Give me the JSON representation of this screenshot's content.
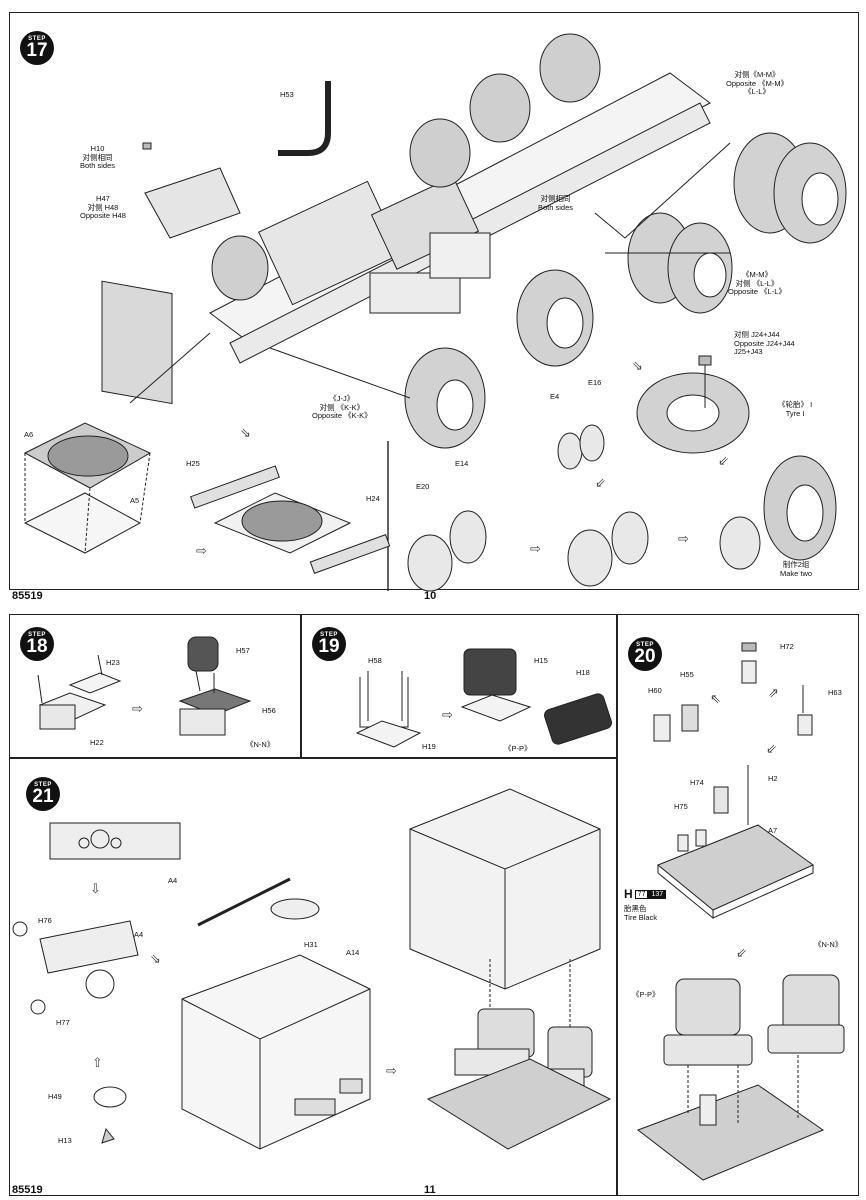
{
  "page_top": {
    "step": {
      "label": "STEP",
      "number": "17"
    },
    "labels": {
      "h53": "H53",
      "h10": "H10",
      "h10_cn": "对侧相同",
      "h10_en": "Both sides",
      "h47": "H47",
      "h48_cn": "对侧 H48",
      "h48_en": "Opposite H48",
      "mm1_cn": "对侧《M-M》",
      "mm1_en": "Opposite 《M-M》",
      "ll1": "《L-L》",
      "both2_cn": "对侧相同",
      "both2_en": "Both sides",
      "mm2": "《M-M》",
      "ll2_cn": "对侧 《L-L》",
      "ll2_en": "Opposite 《L-L》",
      "j24_cn": "对侧 J24+J44",
      "j24_en": "Opposite J24+J44",
      "j25": "J25+J43",
      "jj": "《J-J》",
      "kk_cn": "对侧 《K-K》",
      "kk_en": "Opposite 《K-K》",
      "tyre_cn": "《轮胎》 I",
      "tyre_en": "Tyre I",
      "e4": "E4",
      "e16": "E16",
      "e20": "E20",
      "e14": "E14",
      "a6": "A6",
      "a5": "A5",
      "h25": "H25",
      "h24": "H24",
      "make_cn": "制作2组",
      "make_en": "Make two"
    },
    "footer_left": "85519",
    "footer_page": "10"
  },
  "step18": {
    "step": {
      "label": "STEP",
      "number": "18"
    },
    "labels": {
      "h23": "H23",
      "h22": "H22",
      "h57": "H57",
      "h56": "H56",
      "nn": "《N-N》"
    }
  },
  "step19": {
    "step": {
      "label": "STEP",
      "number": "19"
    },
    "labels": {
      "h58": "H58",
      "h19": "H19",
      "h15": "H15",
      "h18": "H18",
      "pp": "《P-P》"
    }
  },
  "step20": {
    "step": {
      "label": "STEP",
      "number": "20"
    },
    "labels": {
      "h72": "H72",
      "h60": "H60",
      "h55": "H55",
      "h63": "H63",
      "h74": "H74",
      "h2": "H2",
      "h75": "H75",
      "a7": "A7",
      "nn": "《N-N》",
      "pp": "《P-P》"
    },
    "paint": {
      "letter": "H",
      "code1": "77",
      "code2": "137",
      "cn": "胎黑色",
      "en": "Tire Black"
    }
  },
  "step21": {
    "step": {
      "label": "STEP",
      "number": "21"
    },
    "labels": {
      "a4": "A4",
      "a4b": "A4",
      "h76": "H76",
      "h77": "H77",
      "h31": "H31",
      "a14": "A14",
      "h49": "H49",
      "h13": "H13"
    }
  },
  "page_bottom": {
    "footer_left": "85519",
    "footer_page": "11"
  }
}
